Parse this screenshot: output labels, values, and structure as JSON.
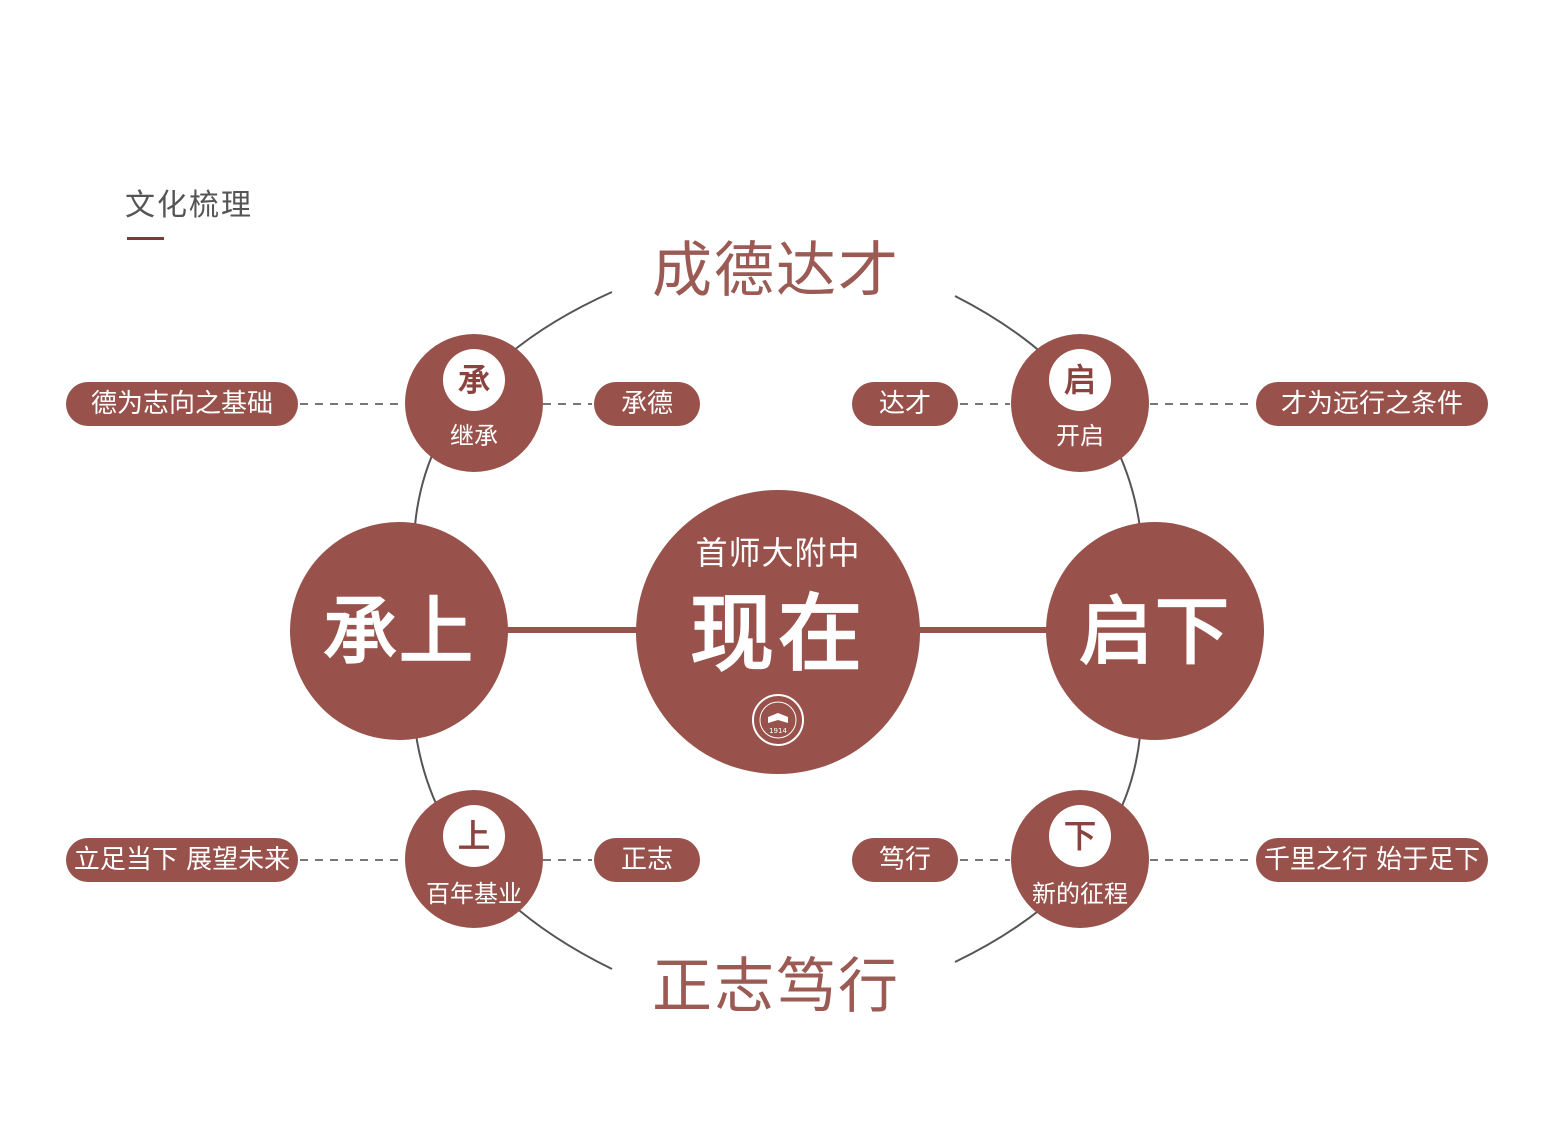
{
  "section": {
    "title": "文化梳理"
  },
  "mottos": {
    "top": "成德达才",
    "bottom": "正志笃行"
  },
  "center": {
    "subtitle": "首师大附中",
    "main": "现在",
    "seal_text": "1914"
  },
  "sides": {
    "left": "承上",
    "right": "启下"
  },
  "nodes": {
    "top_left": {
      "badge": "承",
      "label": "继承"
    },
    "top_right": {
      "badge": "启",
      "label": "开启"
    },
    "bottom_left": {
      "badge": "上",
      "label": "百年基业"
    },
    "bottom_right": {
      "badge": "下",
      "label": "新的征程"
    }
  },
  "pills": {
    "top_left_outer": "德为志向之基础",
    "top_left_inner": "承德",
    "top_right_inner": "达才",
    "top_right_outer": "才为远行之条件",
    "bottom_left_outer": "立足当下  展望未来",
    "bottom_left_inner": "正志",
    "bottom_right_inner": "笃行",
    "bottom_right_outer": "千里之行  始于足下"
  },
  "colors": {
    "primary": "#98524b",
    "motto": "#9b5a54",
    "line": "#555555",
    "accent": "#7b3a36"
  }
}
